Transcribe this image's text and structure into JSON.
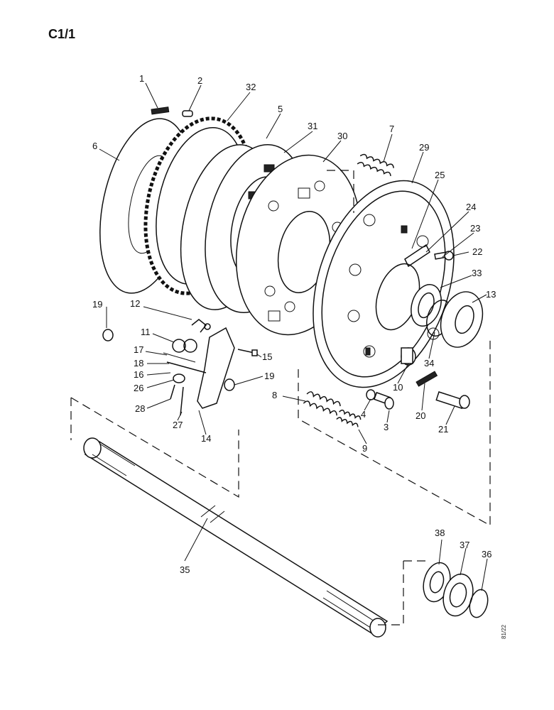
{
  "title": "C1/1",
  "ref_code": "81/22",
  "labels": {
    "n1": "1",
    "n2": "2",
    "n3": "3",
    "n4": "4",
    "n5": "5",
    "n6": "6",
    "n7": "7",
    "n8": "8",
    "n9": "9",
    "n10": "10",
    "n11": "11",
    "n12": "12",
    "n13": "13",
    "n14": "14",
    "n15": "15",
    "n16": "16",
    "n17": "17",
    "n18": "18",
    "n19a": "19",
    "n19b": "19",
    "n20": "20",
    "n21": "21",
    "n22": "22",
    "n23": "23",
    "n24": "24",
    "n25": "25",
    "n26": "26",
    "n27": "27",
    "n28": "28",
    "n29": "29",
    "n30": "30",
    "n31": "31",
    "n32": "32",
    "n33": "33",
    "n34": "34",
    "n35": "35",
    "n36": "36",
    "n37": "37",
    "n38": "38"
  }
}
